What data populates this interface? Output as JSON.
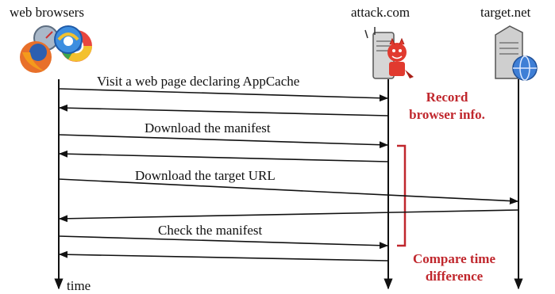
{
  "participants": {
    "browsers": {
      "label": "web browsers",
      "icon": "browser-logos-icon"
    },
    "attacker": {
      "label": "attack.com",
      "icon": "attacker-server-icon"
    },
    "target": {
      "label": "target.net",
      "icon": "web-server-icon"
    }
  },
  "messages": [
    {
      "label": "Visit a web page declaring AppCache",
      "from": "browsers",
      "to": "attacker"
    },
    {
      "label": "",
      "from": "attacker",
      "to": "browsers"
    },
    {
      "label": "Download the manifest",
      "from": "browsers",
      "to": "attacker"
    },
    {
      "label": "",
      "from": "attacker",
      "to": "browsers"
    },
    {
      "label": "Download the target URL",
      "from": "browsers",
      "to": "target"
    },
    {
      "label": "",
      "from": "target",
      "to": "browsers"
    },
    {
      "label": "Check the manifest",
      "from": "browsers",
      "to": "attacker"
    },
    {
      "label": "",
      "from": "attacker",
      "to": "browsers"
    }
  ],
  "notes": {
    "record": {
      "line1": "Record",
      "line2": "browser info."
    },
    "compare": {
      "line1": "Compare time",
      "line2": "difference"
    }
  },
  "time_label": "time",
  "colors": {
    "accent": "#c0272d",
    "line": "#111111",
    "server_body": "#d9d9d9",
    "globe": "#3f7fd6"
  }
}
